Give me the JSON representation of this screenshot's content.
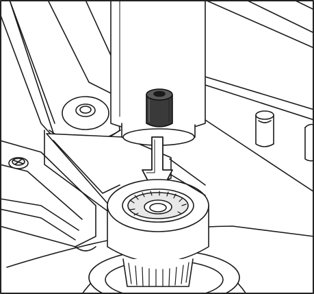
{
  "figure": {
    "kind": "technical-line-illustration",
    "colors": {
      "line": "#1a1a1a",
      "fill": "#ffffff",
      "shade": "#e8e8e8",
      "dark_part": "#3a3a3a",
      "frame": "#222222"
    },
    "parts": [
      "pivot-arm",
      "drill-housing",
      "threaded-insert",
      "insertion-arrow",
      "collet-holder",
      "spring-collet",
      "base-plate",
      "screw",
      "guide-pins"
    ]
  }
}
